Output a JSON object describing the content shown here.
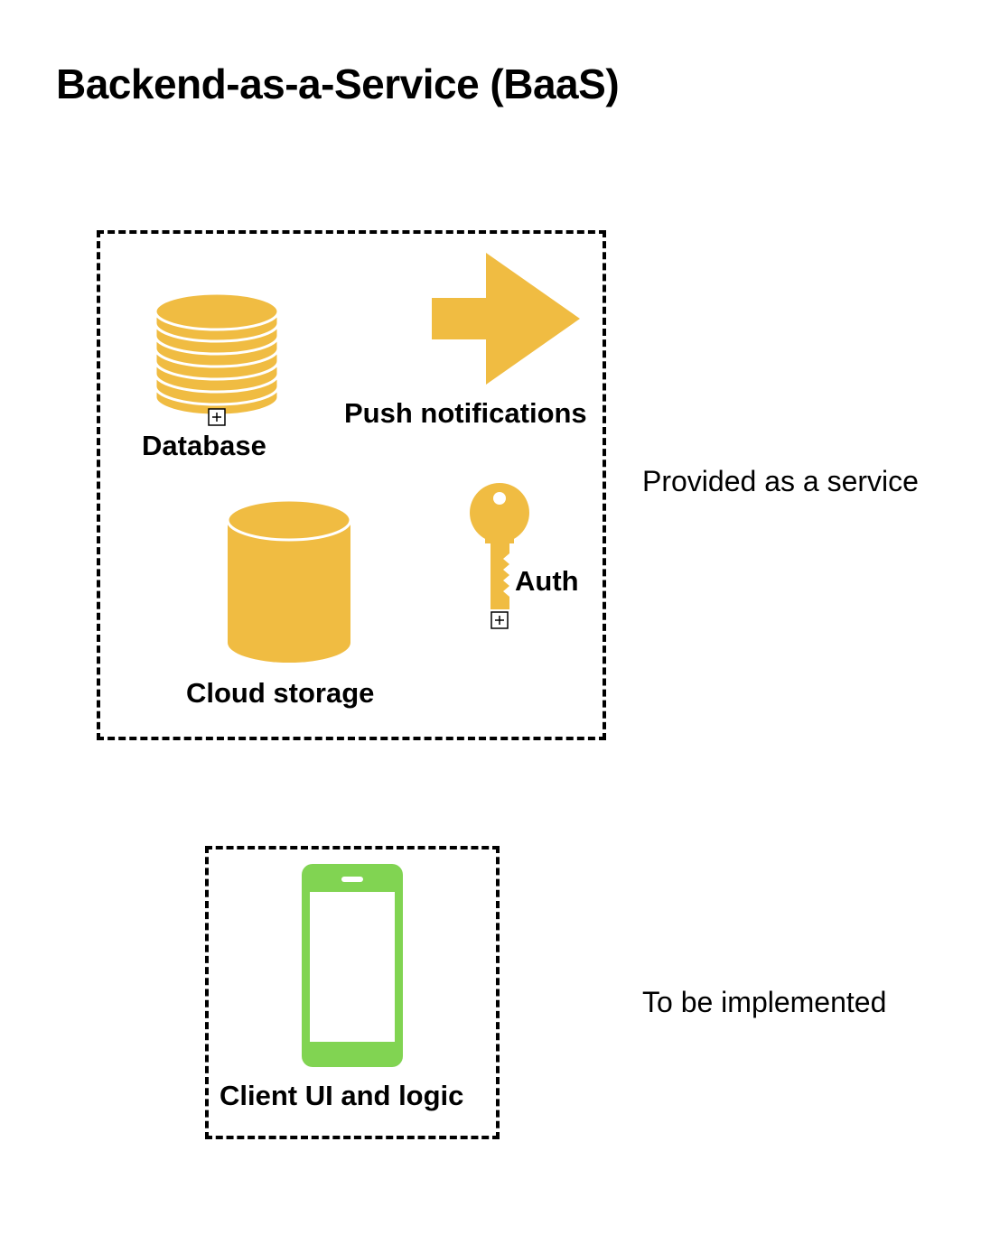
{
  "title": "Backend-as-a-Service (BaaS)",
  "colors": {
    "service_icon": "#F0BC42",
    "client_icon": "#81D452",
    "border": "#000000",
    "background": "#FFFFFF"
  },
  "groups": {
    "provided": {
      "caption": "Provided as a service",
      "items": [
        {
          "label": "Database",
          "icon": "database-icon"
        },
        {
          "label": "Push notifications",
          "icon": "arrow-right-icon"
        },
        {
          "label": "Cloud storage",
          "icon": "cylinder-icon"
        },
        {
          "label": "Auth",
          "icon": "key-icon"
        }
      ]
    },
    "implemented": {
      "caption": "To be implemented",
      "items": [
        {
          "label": "Client UI and logic",
          "icon": "smartphone-icon"
        }
      ]
    }
  }
}
